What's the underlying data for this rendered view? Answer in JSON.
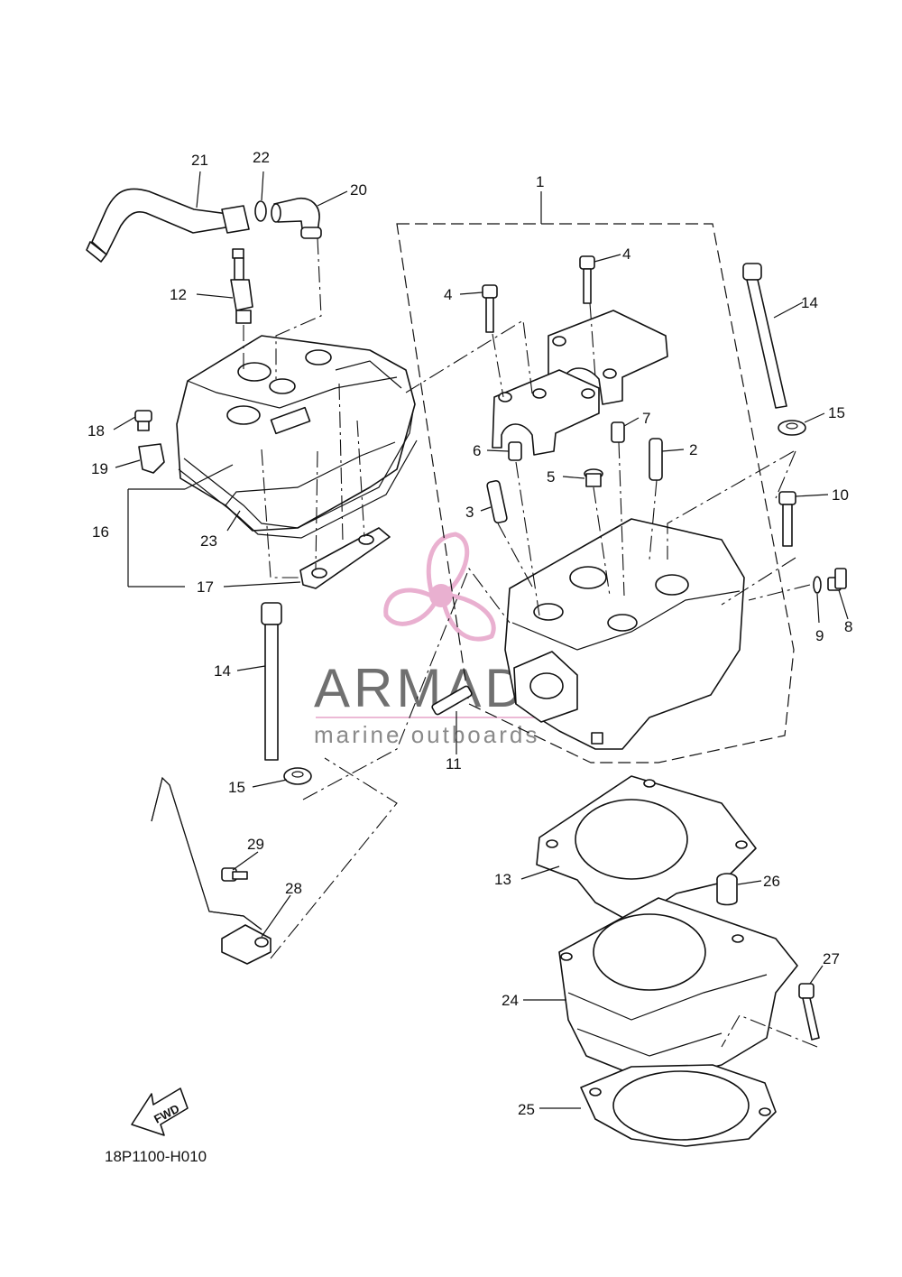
{
  "diagram": {
    "drawing_code": "18P1100-H010",
    "fwd_label": "FWD",
    "watermark": {
      "brand": "ARMADA",
      "tagline": "marine outboards",
      "logo_color": "#e6a3c8",
      "text_color": "#707070"
    },
    "callouts": [
      {
        "id": "1",
        "text": "1"
      },
      {
        "id": "2",
        "text": "2"
      },
      {
        "id": "3",
        "text": "3"
      },
      {
        "id": "4a",
        "text": "4"
      },
      {
        "id": "4b",
        "text": "4"
      },
      {
        "id": "5",
        "text": "5"
      },
      {
        "id": "6",
        "text": "6"
      },
      {
        "id": "7",
        "text": "7"
      },
      {
        "id": "8",
        "text": "8"
      },
      {
        "id": "9",
        "text": "9"
      },
      {
        "id": "10",
        "text": "10"
      },
      {
        "id": "11",
        "text": "11"
      },
      {
        "id": "12",
        "text": "12"
      },
      {
        "id": "13",
        "text": "13"
      },
      {
        "id": "14a",
        "text": "14"
      },
      {
        "id": "14b",
        "text": "14"
      },
      {
        "id": "15a",
        "text": "15"
      },
      {
        "id": "15b",
        "text": "15"
      },
      {
        "id": "16",
        "text": "16"
      },
      {
        "id": "17",
        "text": "17"
      },
      {
        "id": "18",
        "text": "18"
      },
      {
        "id": "19",
        "text": "19"
      },
      {
        "id": "20",
        "text": "20"
      },
      {
        "id": "21",
        "text": "21"
      },
      {
        "id": "22",
        "text": "22"
      },
      {
        "id": "23",
        "text": "23"
      },
      {
        "id": "24",
        "text": "24"
      },
      {
        "id": "25",
        "text": "25"
      },
      {
        "id": "26",
        "text": "26"
      },
      {
        "id": "27",
        "text": "27"
      },
      {
        "id": "28",
        "text": "28"
      },
      {
        "id": "29",
        "text": "29"
      }
    ]
  }
}
